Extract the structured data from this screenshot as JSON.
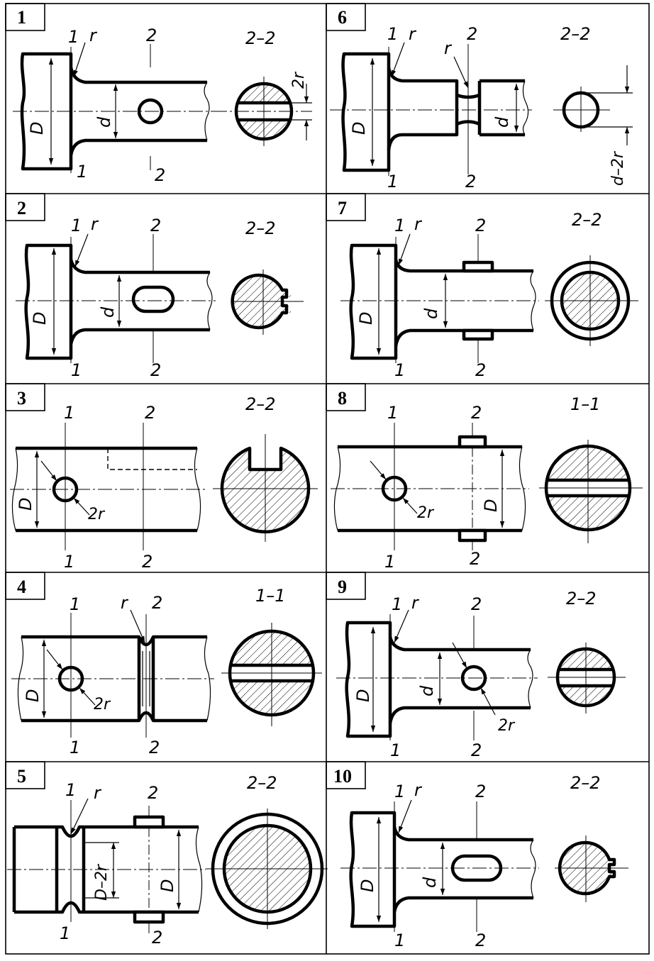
{
  "panels": [
    {
      "number": "1",
      "view": "2–2",
      "labels": {
        "sec1": "1",
        "sec2": "2",
        "r": "r",
        "D": "D",
        "d": "d",
        "w": "2r"
      }
    },
    {
      "number": "2",
      "view": "2–2",
      "labels": {
        "sec1": "1",
        "sec2": "2",
        "r": "r",
        "D": "D",
        "d": "d"
      }
    },
    {
      "number": "3",
      "view": "2–2",
      "labels": {
        "sec1": "1",
        "sec2": "2",
        "D": "D",
        "hole": "2r"
      }
    },
    {
      "number": "4",
      "view": "1–1",
      "labels": {
        "sec1": "1",
        "sec2": "2",
        "r": "r",
        "D": "D",
        "hole": "2r"
      }
    },
    {
      "number": "5",
      "view": "2–2",
      "labels": {
        "sec1": "1",
        "sec2": "2",
        "r": "r",
        "D": "D",
        "inner": "D–2r"
      }
    },
    {
      "number": "6",
      "view": "2–2",
      "labels": {
        "sec1": "1",
        "sec2": "2",
        "r": "r",
        "r2": "r",
        "D": "D",
        "d": "d",
        "dd": "d–2r"
      }
    },
    {
      "number": "7",
      "view": "2–2",
      "labels": {
        "sec1": "1",
        "sec2": "2",
        "r": "r",
        "D": "D",
        "d": "d"
      }
    },
    {
      "number": "8",
      "view": "1–1",
      "labels": {
        "sec1": "1",
        "sec2": "2",
        "D": "D",
        "hole": "2r"
      }
    },
    {
      "number": "9",
      "view": "2–2",
      "labels": {
        "sec1": "1",
        "sec2": "2",
        "r": "r",
        "D": "D",
        "d": "d",
        "hole": "2r"
      }
    },
    {
      "number": "10",
      "view": "2–2",
      "labels": {
        "sec1": "1",
        "sec2": "2",
        "r": "r",
        "D": "D",
        "d": "d"
      }
    }
  ]
}
